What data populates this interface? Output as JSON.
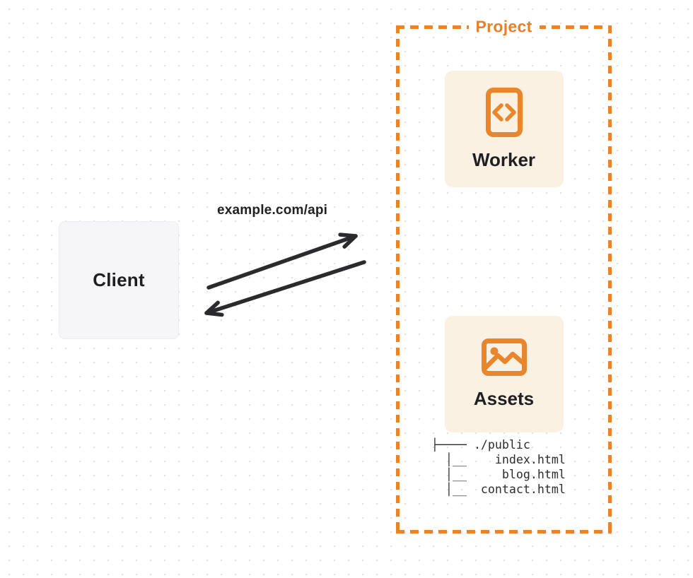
{
  "client": {
    "label": "Client"
  },
  "request": {
    "url_label": "example.com/api"
  },
  "project": {
    "label": "Project",
    "worker": {
      "label": "Worker",
      "icon": "code-file-icon"
    },
    "assets": {
      "label": "Assets",
      "icon": "image-icon"
    },
    "file_tree": {
      "root": "./public",
      "files": [
        "index.html",
        "blog.html",
        "contact.html"
      ],
      "lines": [
        "├──── ./public",
        "  │__    index.html",
        "  │__     blog.html",
        "  │__  contact.html"
      ]
    }
  },
  "colors": {
    "accent_orange": "#E8842B",
    "card_cream": "#FBF1E3",
    "client_gray": "#F6F6F8",
    "arrow_ink": "#2B2B2D"
  }
}
